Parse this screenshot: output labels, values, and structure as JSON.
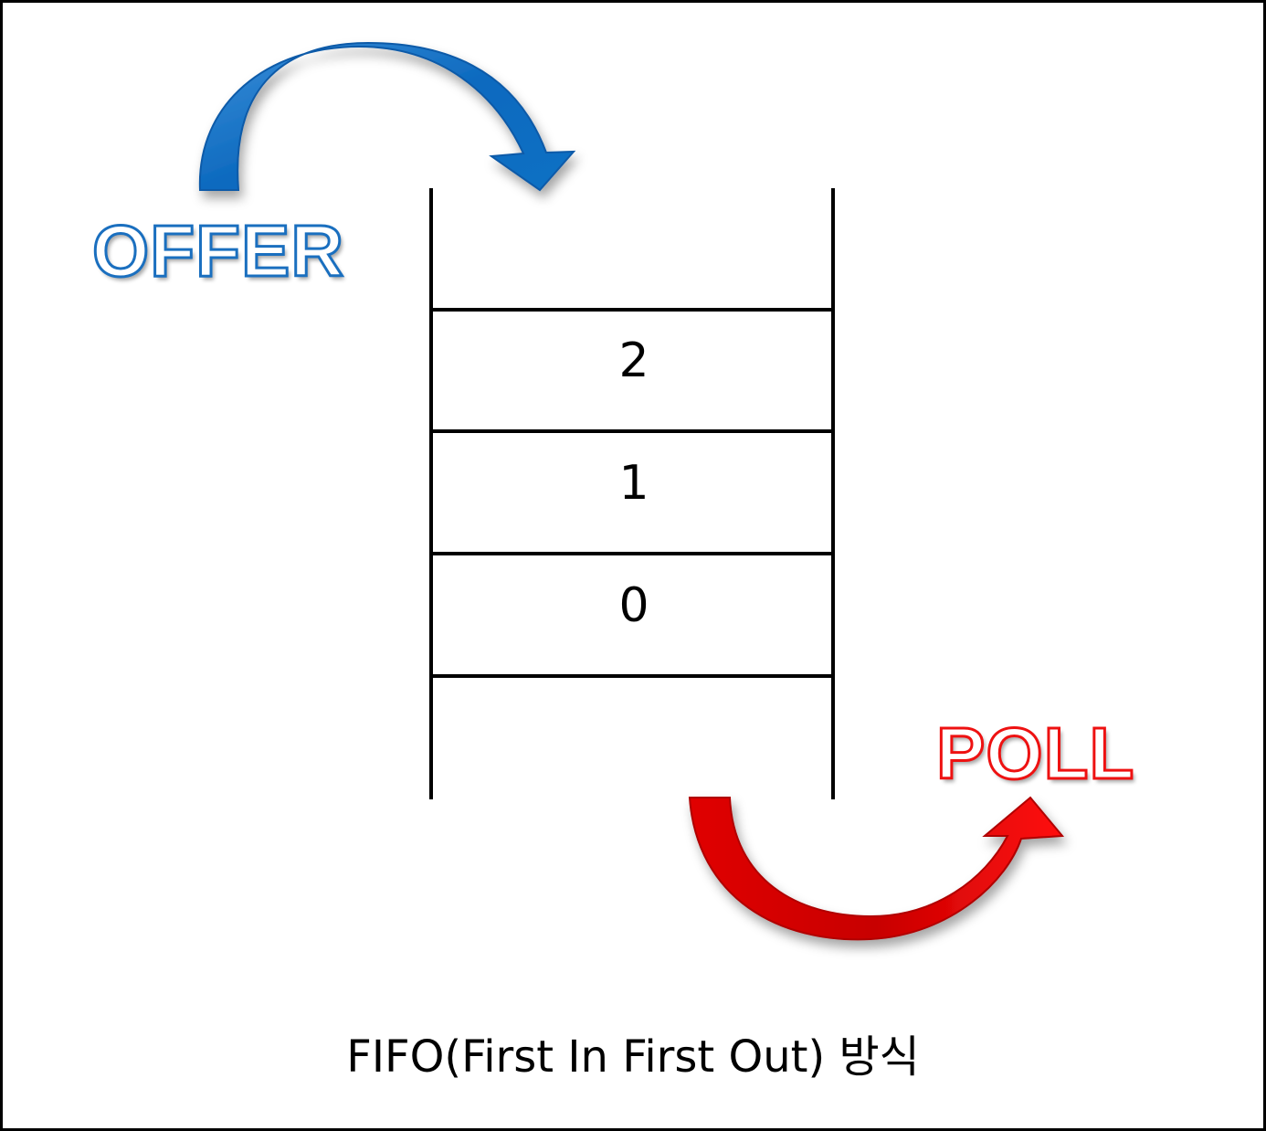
{
  "operations": {
    "offer": {
      "label": "OFFER",
      "color": "#1a6fbf"
    },
    "poll": {
      "label": "POLL",
      "color": "#ee1111"
    }
  },
  "queue": {
    "items": [
      {
        "value": "2"
      },
      {
        "value": "1"
      },
      {
        "value": "0"
      }
    ]
  },
  "caption": "FIFO(First In First Out) 방식"
}
